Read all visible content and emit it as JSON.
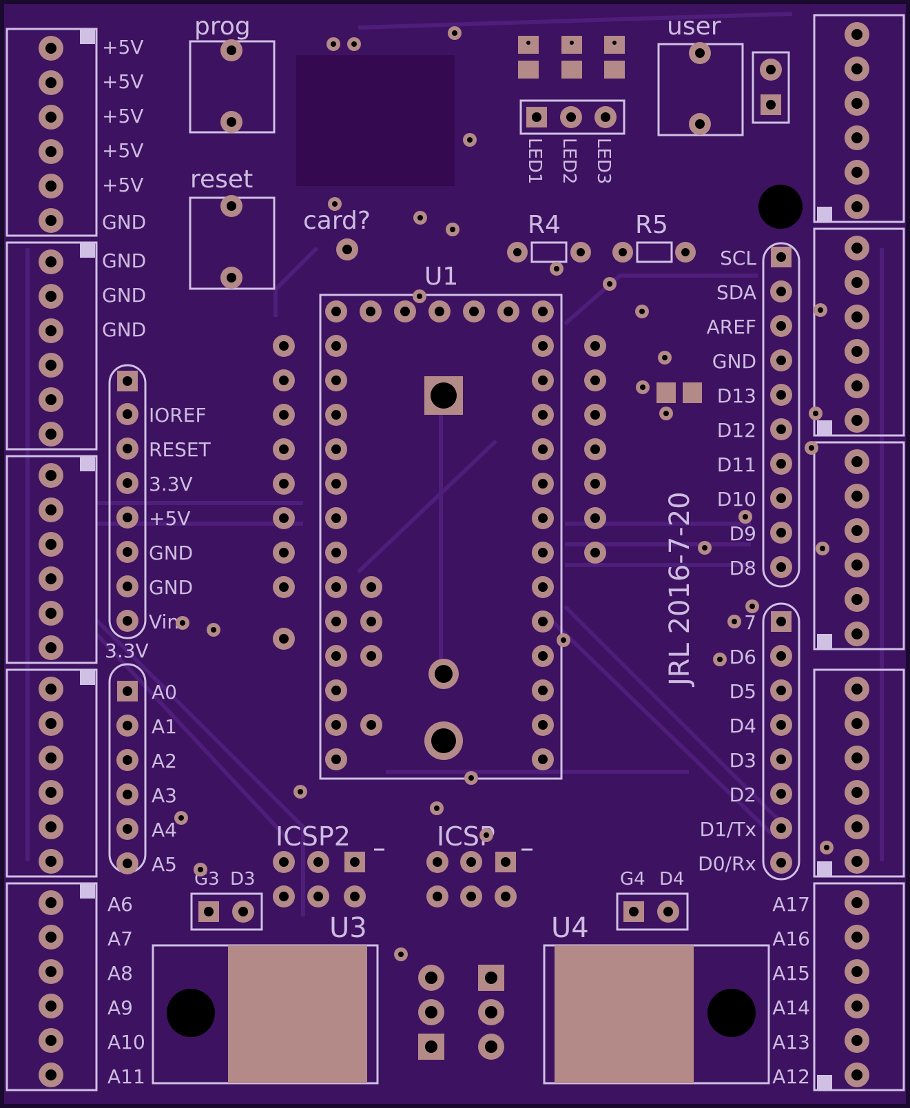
{
  "colors": {
    "board": "#3d1260",
    "copper_fill": "#34094f",
    "trace": "#4e1e7a",
    "silkscreen": "#cdbce0",
    "pad": "#b38a88"
  },
  "buttons": {
    "prog": "prog",
    "reset": "reset",
    "user": "user"
  },
  "card_label": "card?",
  "leds": [
    "LED1",
    "LED2",
    "LED3"
  ],
  "resistors": [
    "R4",
    "R5"
  ],
  "u1_label": "U1",
  "u3_label": "U3",
  "u4_label": "U4",
  "icsp2_label": "ICSP2",
  "icsp_label": "ICSP",
  "date_label": "JRL 2016-7-20",
  "left_rail_labels": [
    "+5V",
    "+5V",
    "+5V",
    "+5V",
    "+5V",
    "GND",
    "GND",
    "GND",
    "GND"
  ],
  "power_header_labels": [
    "IOREF",
    "RESET",
    "3.3V",
    "+5V",
    "GND",
    "GND",
    "Vin"
  ],
  "power_header_3v3": "3.3V",
  "analog_labels": [
    "A0",
    "A1",
    "A2",
    "A3",
    "A4",
    "A5"
  ],
  "left_bottom_labels": [
    "A6",
    "A7",
    "A8",
    "A9",
    "A10",
    "A11"
  ],
  "right_bottom_labels": [
    "A17",
    "A16",
    "A15",
    "A14",
    "A13",
    "A12"
  ],
  "digital_high_labels": [
    "SCL",
    "SDA",
    "AREF",
    "GND",
    "D13",
    "D12",
    "D11",
    "D10",
    "D9",
    "D8"
  ],
  "digital_low_labels": [
    "7",
    "D6",
    "D5",
    "D4",
    "D3",
    "D2",
    "D1/Tx",
    "D0/Rx"
  ],
  "jumper_left": [
    "G3",
    "D3"
  ],
  "jumper_right": [
    "G4",
    "D4"
  ]
}
